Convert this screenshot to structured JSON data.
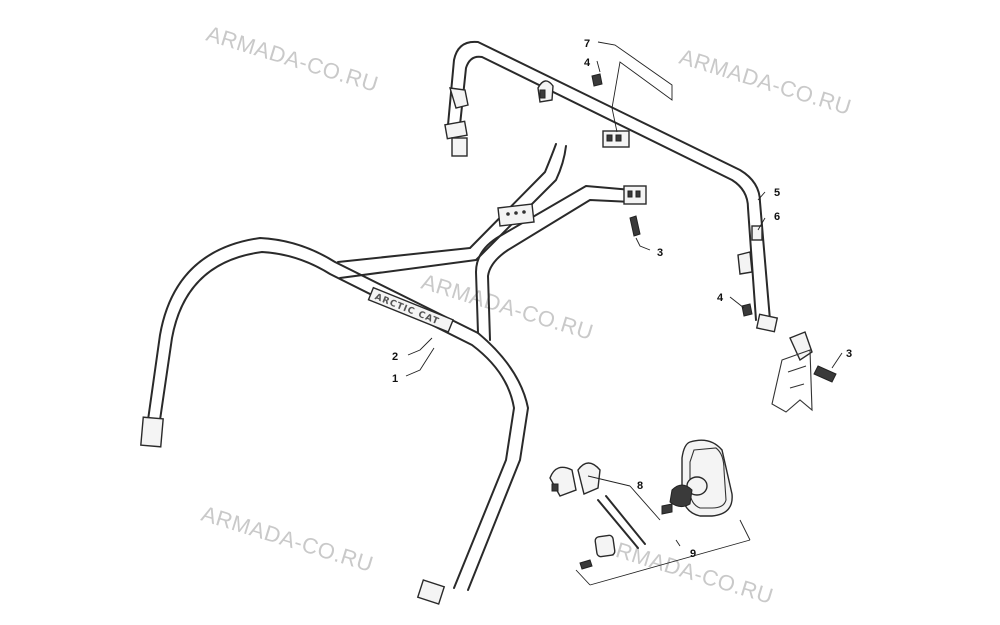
{
  "watermarks": [
    {
      "text": "ARMADA-CO.RU"
    },
    {
      "text": "ARMADA-CO.RU"
    },
    {
      "text": "ARMADA-CO.RU"
    },
    {
      "text": "ARMADA-CO.RU"
    },
    {
      "text": "ARMADA-CO.RU"
    }
  ],
  "logo_text": "ARCTIC CAT",
  "callouts": {
    "c1": "1",
    "c2": "2",
    "c3a": "3",
    "c3b": "3",
    "c4a": "4",
    "c4b": "4",
    "c5": "5",
    "c6": "6",
    "c7": "7",
    "c8": "8",
    "c9": "9"
  }
}
